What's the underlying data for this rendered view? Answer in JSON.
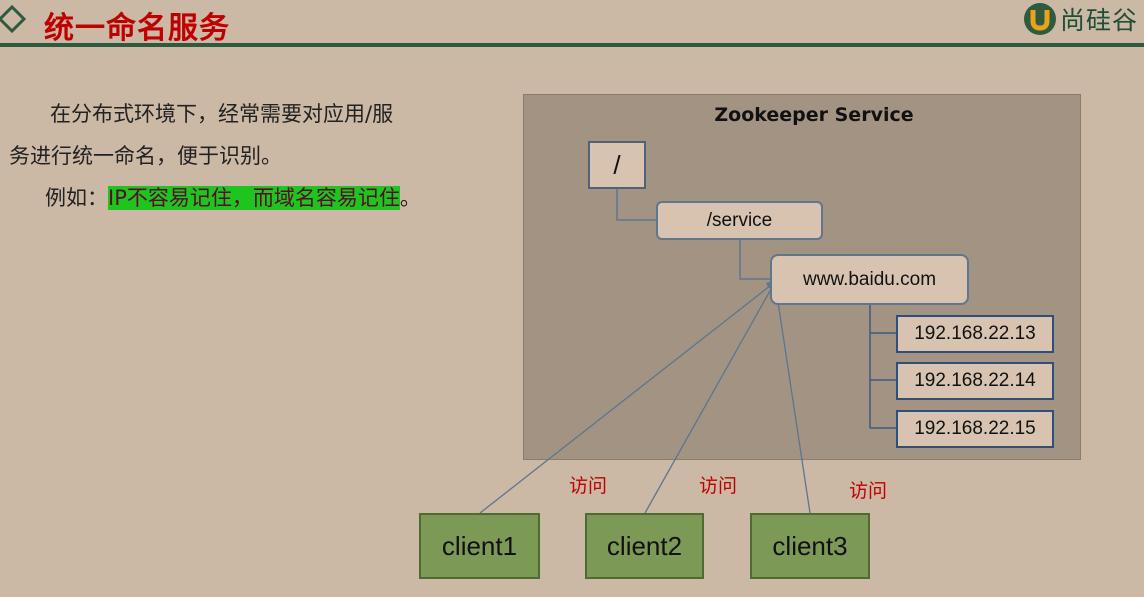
{
  "header": {
    "title": "统一命名服务",
    "brand": "尚硅谷"
  },
  "content": {
    "paragraph_line1": "在分布式环境下，经常需要对应用/服",
    "paragraph_line2": "务进行统一命名，便于识别。",
    "example_prefix": "例如：",
    "example_highlight": "IP不容易记住，而域名容易记住",
    "example_suffix": "。"
  },
  "diagram": {
    "title": "Zookeeper Service",
    "root_node": "/",
    "service_node": "/service",
    "domain_node": "www.baidu.com",
    "ip_nodes": [
      "192.168.22.13",
      "192.168.22.14",
      "192.168.22.15"
    ],
    "clients": [
      "client1",
      "client2",
      "client3"
    ],
    "access_label": "访问"
  },
  "colors": {
    "title_red": "#c00000",
    "header_green": "#2f5a3e",
    "highlight_green": "#1fc51f",
    "client_green": "#7d9956",
    "panel_brown": "#a39382",
    "background": "#cbb8a5"
  }
}
